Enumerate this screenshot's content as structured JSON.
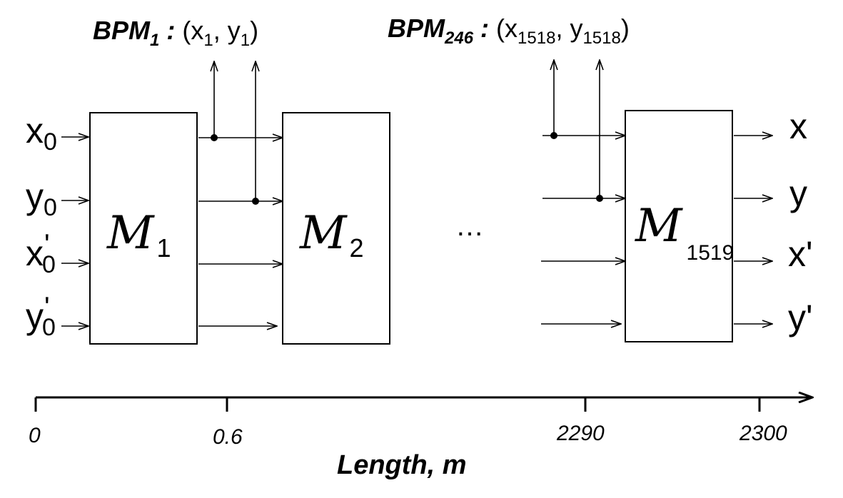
{
  "bpm_labels": [
    {
      "name": "BPM",
      "name_sub": "1",
      "sep": " : ",
      "open": "(x",
      "x_sub": "1",
      "mid": ", y",
      "y_sub": "1",
      "close": ")"
    },
    {
      "name": "BPM",
      "name_sub": "246",
      "sep": " : ",
      "open": "(x",
      "x_sub": "1518",
      "mid": ", y",
      "y_sub": "1518",
      "close": ")"
    }
  ],
  "inputs": [
    {
      "base": "x",
      "prime": "",
      "sub": "0"
    },
    {
      "base": "y",
      "prime": "",
      "sub": "0"
    },
    {
      "base": "x",
      "prime": "'",
      "sub": "0"
    },
    {
      "base": "y",
      "prime": "'",
      "sub": "0"
    }
  ],
  "outputs": [
    "x",
    "y",
    "x'",
    "y'"
  ],
  "maps": [
    {
      "symbol": "M",
      "sub": "1"
    },
    {
      "symbol": "M",
      "sub": "2"
    },
    {
      "symbol": "M",
      "sub": "1519"
    }
  ],
  "ellipsis": "…",
  "axis": {
    "ticks": [
      "0",
      "0.6",
      "2290",
      "2300"
    ],
    "label": "Length, m"
  }
}
